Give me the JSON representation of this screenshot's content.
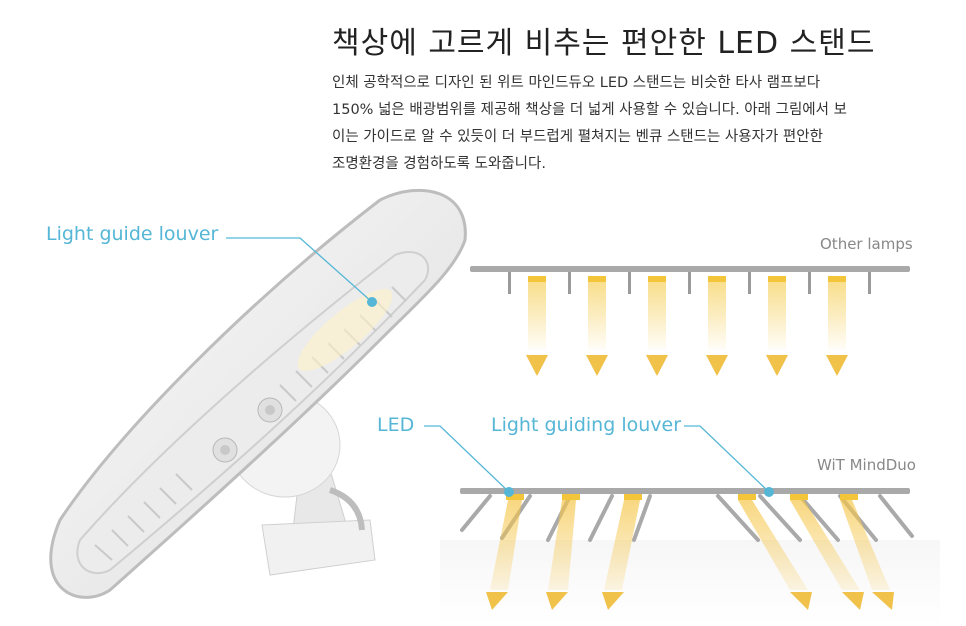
{
  "heading": "책상에 고르게 비추는 편안한 LED 스탠드",
  "description_lines": [
    "인체 공학적으로 디자인 된 위트 마인드듀오 LED 스탠드는 비슷한 타사 램프보다",
    "150% 넓은 배광범위를 제공해 책상을 더 넓게 사용할 수 있습니다. 아래 그림에서 보",
    "이는 가이드로 알 수 있듯이 더 부드럽게 펼쳐지는 벤큐 스탠드는 사용자가 편안한",
    "조명환경을 경험하도록 도와줍니다."
  ],
  "labels": {
    "light_guide_louver": "Light guide louver",
    "other_lamps": "Other lamps",
    "led": "LED",
    "light_guiding_louver": "Light guiding louver",
    "wit_mindduo": "WiT MindDuo"
  },
  "colors": {
    "accent": "#55b6d6",
    "led_yellow": "#f2c53a",
    "bar_gray": "#a9a9a9"
  }
}
